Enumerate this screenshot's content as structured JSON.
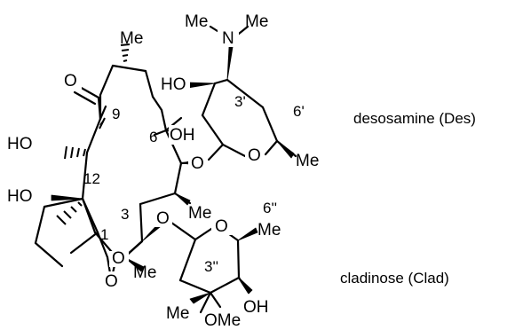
{
  "diagram": {
    "sugar_names": {
      "desosamine": "desosamine (Des)",
      "cladinose": "cladinose (Clad)"
    },
    "atoms": {
      "me_n_left": "Me",
      "n": "N",
      "me_n_right": "Me",
      "ho_des": "HO",
      "o_ring_des": "O",
      "me_des": "Me",
      "o_glyco_des": "O",
      "me_top": "Me",
      "o_ketone": "O",
      "oh_c6": "OH",
      "ho_c11": "HO",
      "ho_c12": "HO",
      "me_c8": "Me",
      "o_glyco_clad": "O",
      "o_lactone": "O",
      "o_carbonyl": "O",
      "me_c2": "Me",
      "o_ring_clad": "O",
      "me_clad": "Me",
      "me_c3pp": "Me",
      "ome": "OMe",
      "oh_clad": "OH"
    },
    "locants": {
      "c3p": "3'",
      "c6p": "6'",
      "c9": "9",
      "c6": "6",
      "c12": "12",
      "c3": "3",
      "c1": "1",
      "c6pp": "6''",
      "c3pp": "3''"
    }
  }
}
